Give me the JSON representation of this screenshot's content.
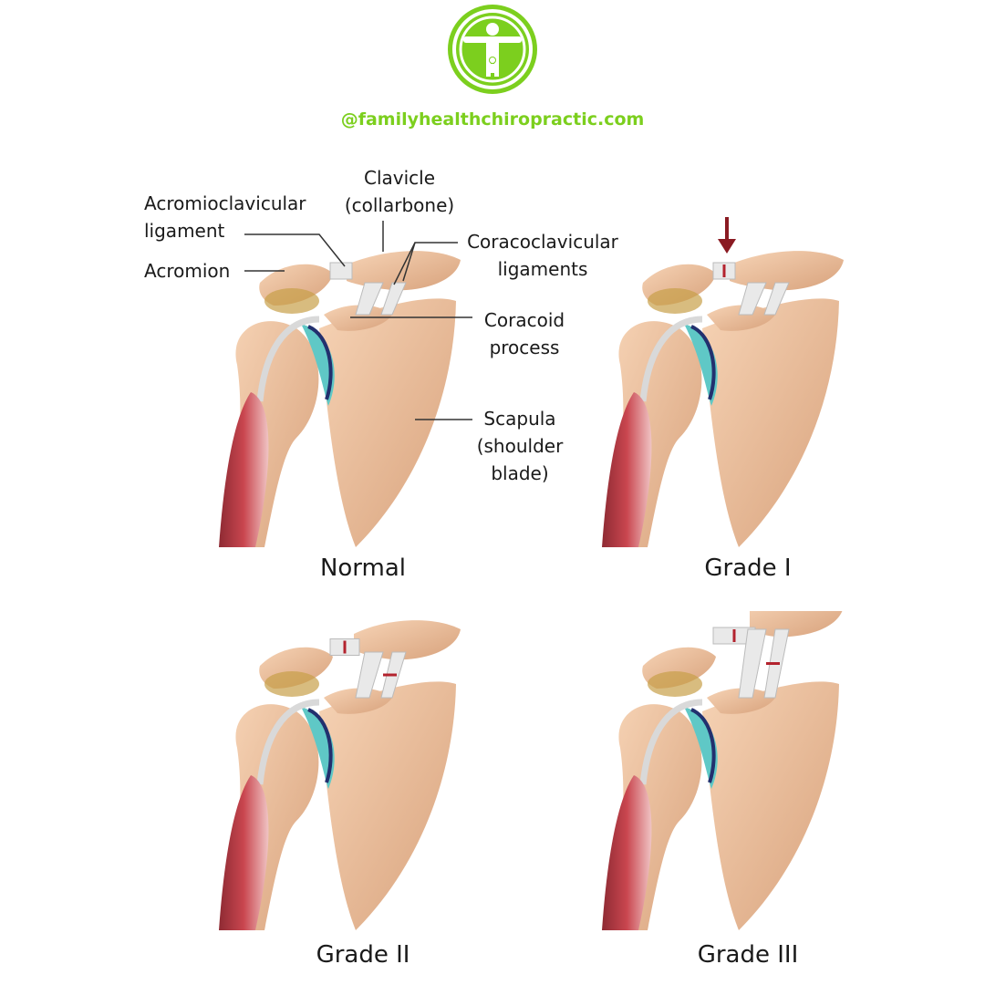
{
  "brand": {
    "website": "@familyhealthchiropractic.com",
    "logo_icon": "family-figures-logo-icon",
    "color": "#7ccf1e"
  },
  "labels": {
    "clavicle": [
      "Clavicle",
      "(collarbone)"
    ],
    "ac_ligament": [
      "Acromioclavicular",
      "ligament"
    ],
    "cc_ligaments": [
      "Coracoclavicular",
      "ligaments"
    ],
    "acromion": "Acromion",
    "coracoid": [
      "Coracoid",
      "process"
    ],
    "scapula": [
      "Scapula",
      "(shoulder",
      "blade)"
    ]
  },
  "panels": [
    {
      "caption": "Normal",
      "grade": 0
    },
    {
      "caption": "Grade I",
      "grade": 1
    },
    {
      "caption": "Grade II",
      "grade": 2
    },
    {
      "caption": "Grade III",
      "grade": 3
    }
  ],
  "colors": {
    "bone": "#f0c6a4",
    "bone_shade": "#d8a27c",
    "ligament": "#e9e9e9",
    "cartilage": "#5fc8c6",
    "muscle": "#c9464f",
    "tear": "#b3232e",
    "arrow": "#8a1a22"
  }
}
